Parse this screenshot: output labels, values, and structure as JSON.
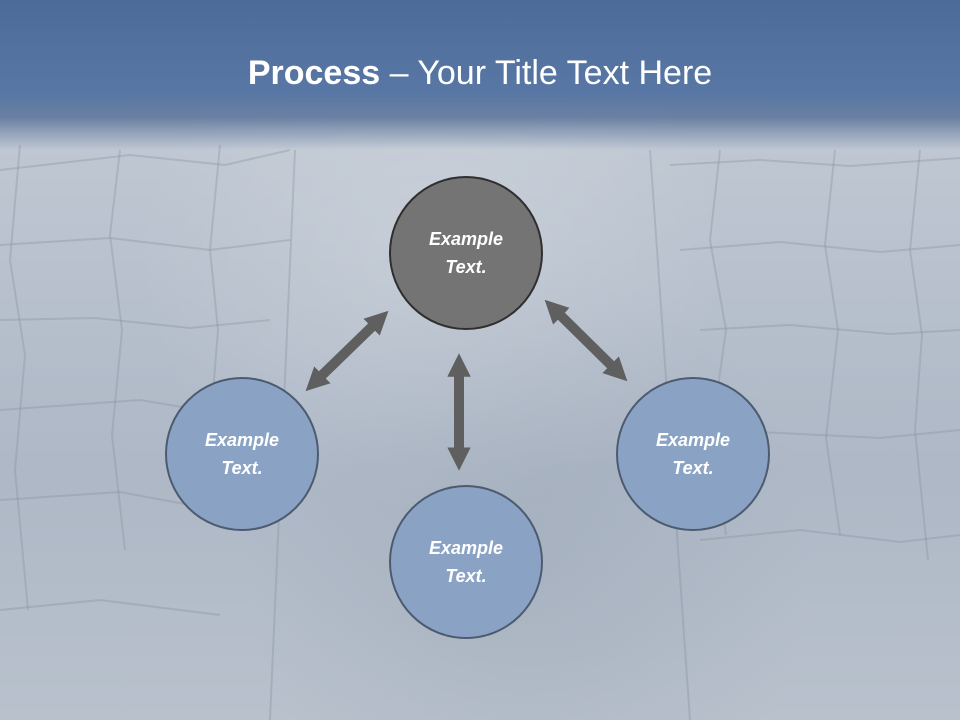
{
  "title": {
    "strong": "Process",
    "separator": " – ",
    "rest": "Your Title Text Here"
  },
  "diagram": {
    "nodes": {
      "top": "Example Text.",
      "left": "Example Text.",
      "bottom": "Example Text.",
      "right": "Example Text."
    }
  },
  "colors": {
    "header": "#5877a5",
    "top_node": "#747474",
    "outer_nodes": "#8aa3c4",
    "arrows": "#5f5f5f",
    "text": "#ffffff"
  }
}
